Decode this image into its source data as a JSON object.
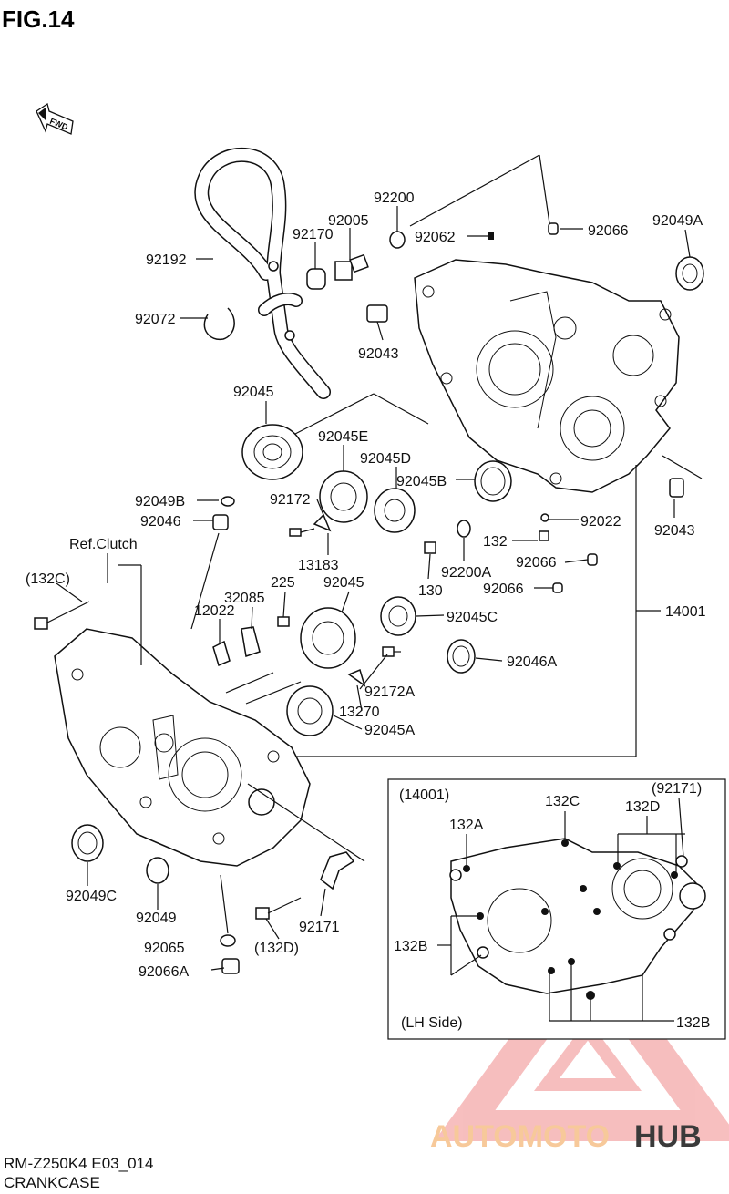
{
  "figure": {
    "title": "FIG.14",
    "model_code": "RM-Z250K4 E03_014",
    "section_name": "CRANKCASE"
  },
  "direction_arrow": {
    "label": "FWD",
    "icon": "fwd-arrow-icon"
  },
  "inset": {
    "assembly_ref": "(14001)",
    "side_note": "(LH Side)",
    "labels": [
      "132C",
      "132D",
      "(92171)",
      "132A",
      "132B",
      "132B"
    ]
  },
  "part_labels": [
    "92200",
    "92005",
    "92170",
    "92062",
    "92066",
    "92049A",
    "92192",
    "92072",
    "92043",
    "92045",
    "92045E",
    "92045D",
    "92045B",
    "92049B",
    "92172",
    "92046",
    "Ref.Clutch",
    "13183",
    "92022",
    "132",
    "92043",
    "(132C)",
    "92200A",
    "92066",
    "130",
    "92066",
    "225",
    "32085",
    "92045",
    "12022",
    "92045C",
    "14001",
    "92046A",
    "92172A",
    "13270",
    "92045A",
    "92049C",
    "92049",
    "92171",
    "92065",
    "(132D)",
    "92066A"
  ],
  "watermark": {
    "brand_part1": "AUTOMOTO",
    "brand_part2": "HUB",
    "color_primary": "#f4a6a6",
    "color_accent": "#f7c99a",
    "color_dark": "#3a3a3a"
  }
}
